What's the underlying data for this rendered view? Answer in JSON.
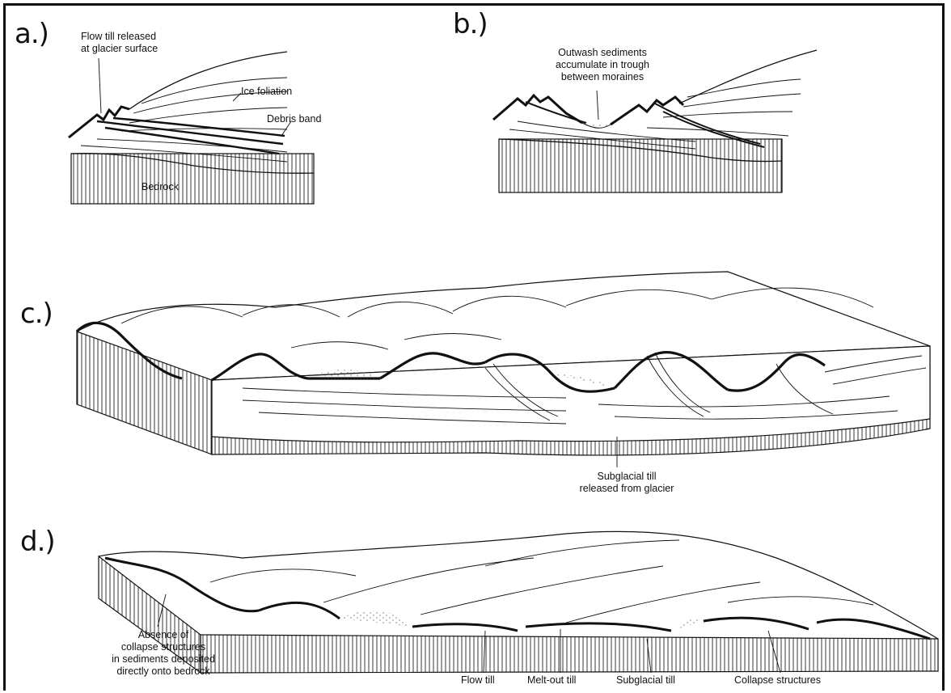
{
  "panels": {
    "a": {
      "label": "a.)",
      "flow_till_line1": "Flow till released",
      "flow_till_line2": "at glacier surface",
      "ice_foliation": "Ice foliation",
      "debris_band": "Debris band",
      "bedrock": "Bedrock"
    },
    "b": {
      "label": "b.)",
      "outwash_line1": "Outwash sediments",
      "outwash_line2": "accumulate in trough",
      "outwash_line3": "between moraines"
    },
    "c": {
      "label": "c.)",
      "subglacial_line1": "Subglacial till",
      "subglacial_line2": "released from glacier"
    },
    "d": {
      "label": "d.)",
      "absence_line1": "Absence of",
      "absence_line2": "collapse structures",
      "absence_line3": "in sediments deposited",
      "absence_line4": "directly onto bedrock",
      "flow_till": "Flow till",
      "melt_out_till": "Melt-out till",
      "subglacial_till": "Subglacial till",
      "collapse_structures": "Collapse structures"
    }
  }
}
